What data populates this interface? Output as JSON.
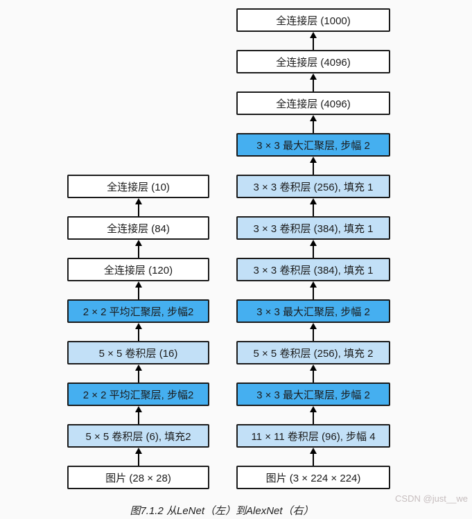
{
  "figure": {
    "caption": "图7.1.2 从LeNet（左）到AlexNet（右）",
    "watermark": "CSDN @just__we"
  },
  "colors": {
    "background": "#FAFAFA",
    "border": "#1A1A1A",
    "plain_fill": "#FFFFFF",
    "conv_fill": "#C2E0F7",
    "pool_fill": "#45AFF0"
  },
  "lenet": {
    "name": "LeNet",
    "layers": [
      {
        "label": "全连接层 (10)",
        "kind": "plain"
      },
      {
        "label": "全连接层 (84)",
        "kind": "plain"
      },
      {
        "label": "全连接层 (120)",
        "kind": "plain"
      },
      {
        "label": "2 × 2 平均汇聚层, 步幅2",
        "kind": "pool"
      },
      {
        "label": "5 × 5 卷积层 (16)",
        "kind": "conv"
      },
      {
        "label": "2 × 2 平均汇聚层, 步幅2",
        "kind": "pool"
      },
      {
        "label": "5 × 5 卷积层 (6), 填充2",
        "kind": "conv"
      },
      {
        "label": "图片 (28 × 28)",
        "kind": "plain"
      }
    ]
  },
  "alexnet": {
    "name": "AlexNet",
    "layers": [
      {
        "label": "全连接层 (1000)",
        "kind": "plain"
      },
      {
        "label": "全连接层 (4096)",
        "kind": "plain"
      },
      {
        "label": "全连接层 (4096)",
        "kind": "plain"
      },
      {
        "label": "3 × 3 最大汇聚层, 步幅 2",
        "kind": "pool"
      },
      {
        "label": "3 × 3 卷积层 (256), 填充 1",
        "kind": "conv"
      },
      {
        "label": "3 × 3 卷积层 (384), 填充 1",
        "kind": "conv"
      },
      {
        "label": "3 × 3 卷积层 (384), 填充 1",
        "kind": "conv"
      },
      {
        "label": "3 × 3 最大汇聚层, 步幅 2",
        "kind": "pool"
      },
      {
        "label": "5 × 5 卷积层 (256), 填充 2",
        "kind": "conv"
      },
      {
        "label": "3 × 3 最大汇聚层, 步幅 2",
        "kind": "pool"
      },
      {
        "label": "11 × 11 卷积层 (96), 步幅 4",
        "kind": "conv"
      },
      {
        "label": "图片 (3 × 224 × 224)",
        "kind": "plain"
      }
    ]
  }
}
